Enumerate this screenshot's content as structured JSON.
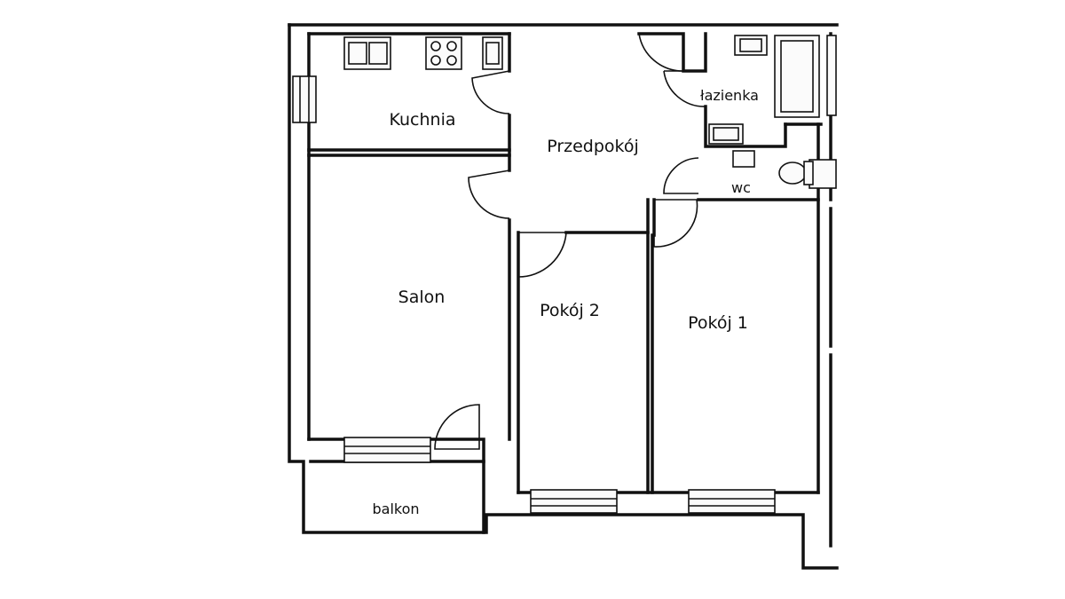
{
  "rooms": {
    "kitchen": "Kuchnia",
    "hall": "Przedpokój",
    "bathroom": "łazienka",
    "wc": "wc",
    "living": "Salon",
    "room2": "Pokój 2",
    "room1": "Pokój 1",
    "balcony": "balkon"
  },
  "colors": {
    "ink": "#111111",
    "paper": "#ffffff"
  }
}
